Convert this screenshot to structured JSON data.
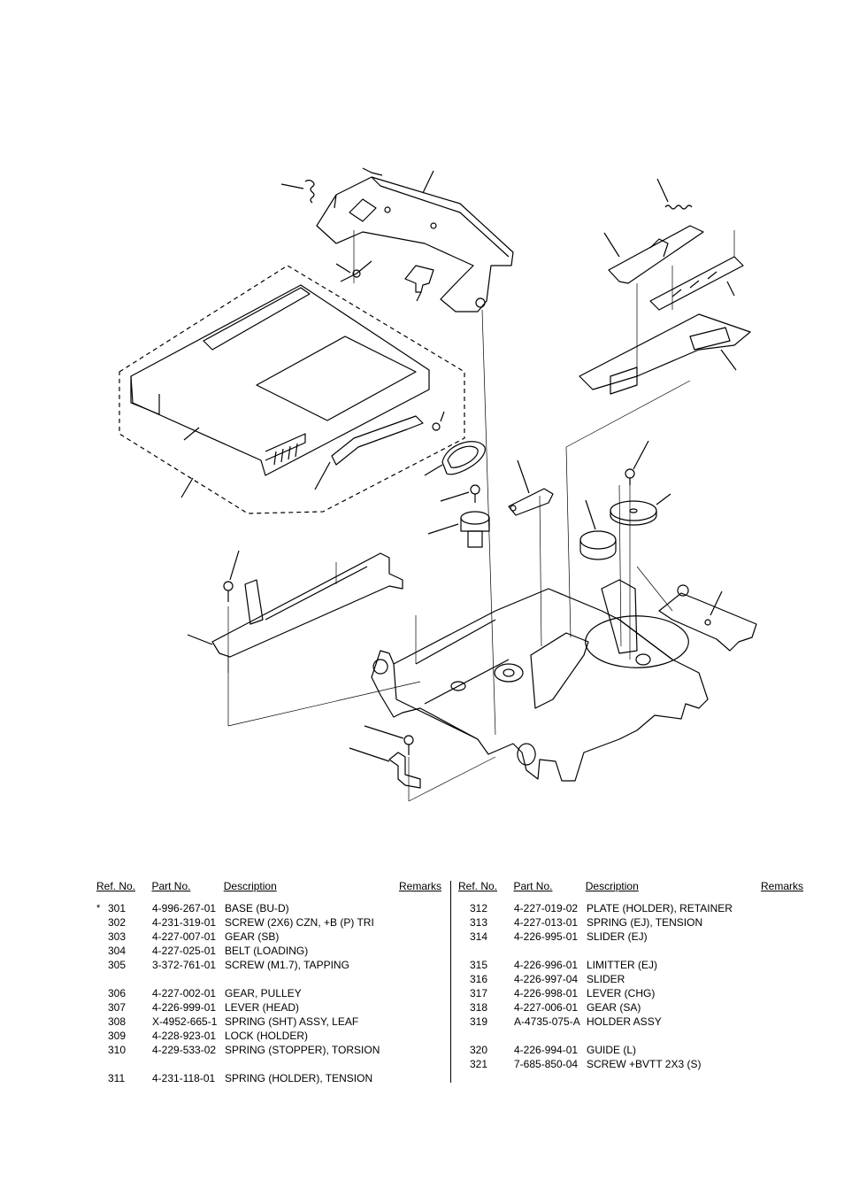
{
  "table": {
    "headers": {
      "ref_no": "Ref. No.",
      "part_no": "Part No.",
      "description": "Description",
      "remarks": "Remarks"
    },
    "left": [
      {
        "mark": "*",
        "ref": "301",
        "part": "4-996-267-01",
        "desc": "BASE (BU-D)"
      },
      {
        "mark": "",
        "ref": "302",
        "part": "4-231-319-01",
        "desc": "SCREW (2X6) CZN, +B (P) TRI"
      },
      {
        "mark": "",
        "ref": "303",
        "part": "4-227-007-01",
        "desc": "GEAR (SB)"
      },
      {
        "mark": "",
        "ref": "304",
        "part": "4-227-025-01",
        "desc": "BELT (LOADING)"
      },
      {
        "mark": "",
        "ref": "305",
        "part": "3-372-761-01",
        "desc": "SCREW (M1.7), TAPPING"
      },
      {
        "gap": true
      },
      {
        "mark": "",
        "ref": "306",
        "part": "4-227-002-01",
        "desc": "GEAR, PULLEY"
      },
      {
        "mark": "",
        "ref": "307",
        "part": "4-226-999-01",
        "desc": "LEVER (HEAD)"
      },
      {
        "mark": "",
        "ref": "308",
        "part": "X-4952-665-1",
        "desc": "SPRING (SHT) ASSY, LEAF"
      },
      {
        "mark": "",
        "ref": "309",
        "part": "4-228-923-01",
        "desc": "LOCK (HOLDER)"
      },
      {
        "mark": "",
        "ref": "310",
        "part": "4-229-533-02",
        "desc": "SPRING (STOPPER), TORSION"
      },
      {
        "gap": true
      },
      {
        "mark": "",
        "ref": "311",
        "part": "4-231-118-01",
        "desc": "SPRING (HOLDER), TENSION"
      }
    ],
    "right": [
      {
        "mark": "",
        "ref": "312",
        "part": "4-227-019-02",
        "desc": "PLATE (HOLDER), RETAINER"
      },
      {
        "mark": "",
        "ref": "313",
        "part": "4-227-013-01",
        "desc": "SPRING (EJ), TENSION"
      },
      {
        "mark": "",
        "ref": "314",
        "part": "4-226-995-01",
        "desc": "SLIDER (EJ)"
      },
      {
        "gap": true
      },
      {
        "mark": "",
        "ref": "315",
        "part": "4-226-996-01",
        "desc": "LIMITTER (EJ)"
      },
      {
        "mark": "",
        "ref": "316",
        "part": "4-226-997-04",
        "desc": "SLIDER"
      },
      {
        "mark": "",
        "ref": "317",
        "part": "4-226-998-01",
        "desc": "LEVER (CHG)"
      },
      {
        "mark": "",
        "ref": "318",
        "part": "4-227-006-01",
        "desc": "GEAR (SA)"
      },
      {
        "mark": "",
        "ref": "319",
        "part": "A-4735-075-A",
        "desc": "HOLDER ASSY"
      },
      {
        "gap": true
      },
      {
        "mark": "",
        "ref": "320",
        "part": "4-226-994-01",
        "desc": "GUIDE (L)"
      },
      {
        "mark": "",
        "ref": "321",
        "part": "7-685-850-04",
        "desc": "SCREW +BVTT 2X3  (S)"
      }
    ]
  }
}
